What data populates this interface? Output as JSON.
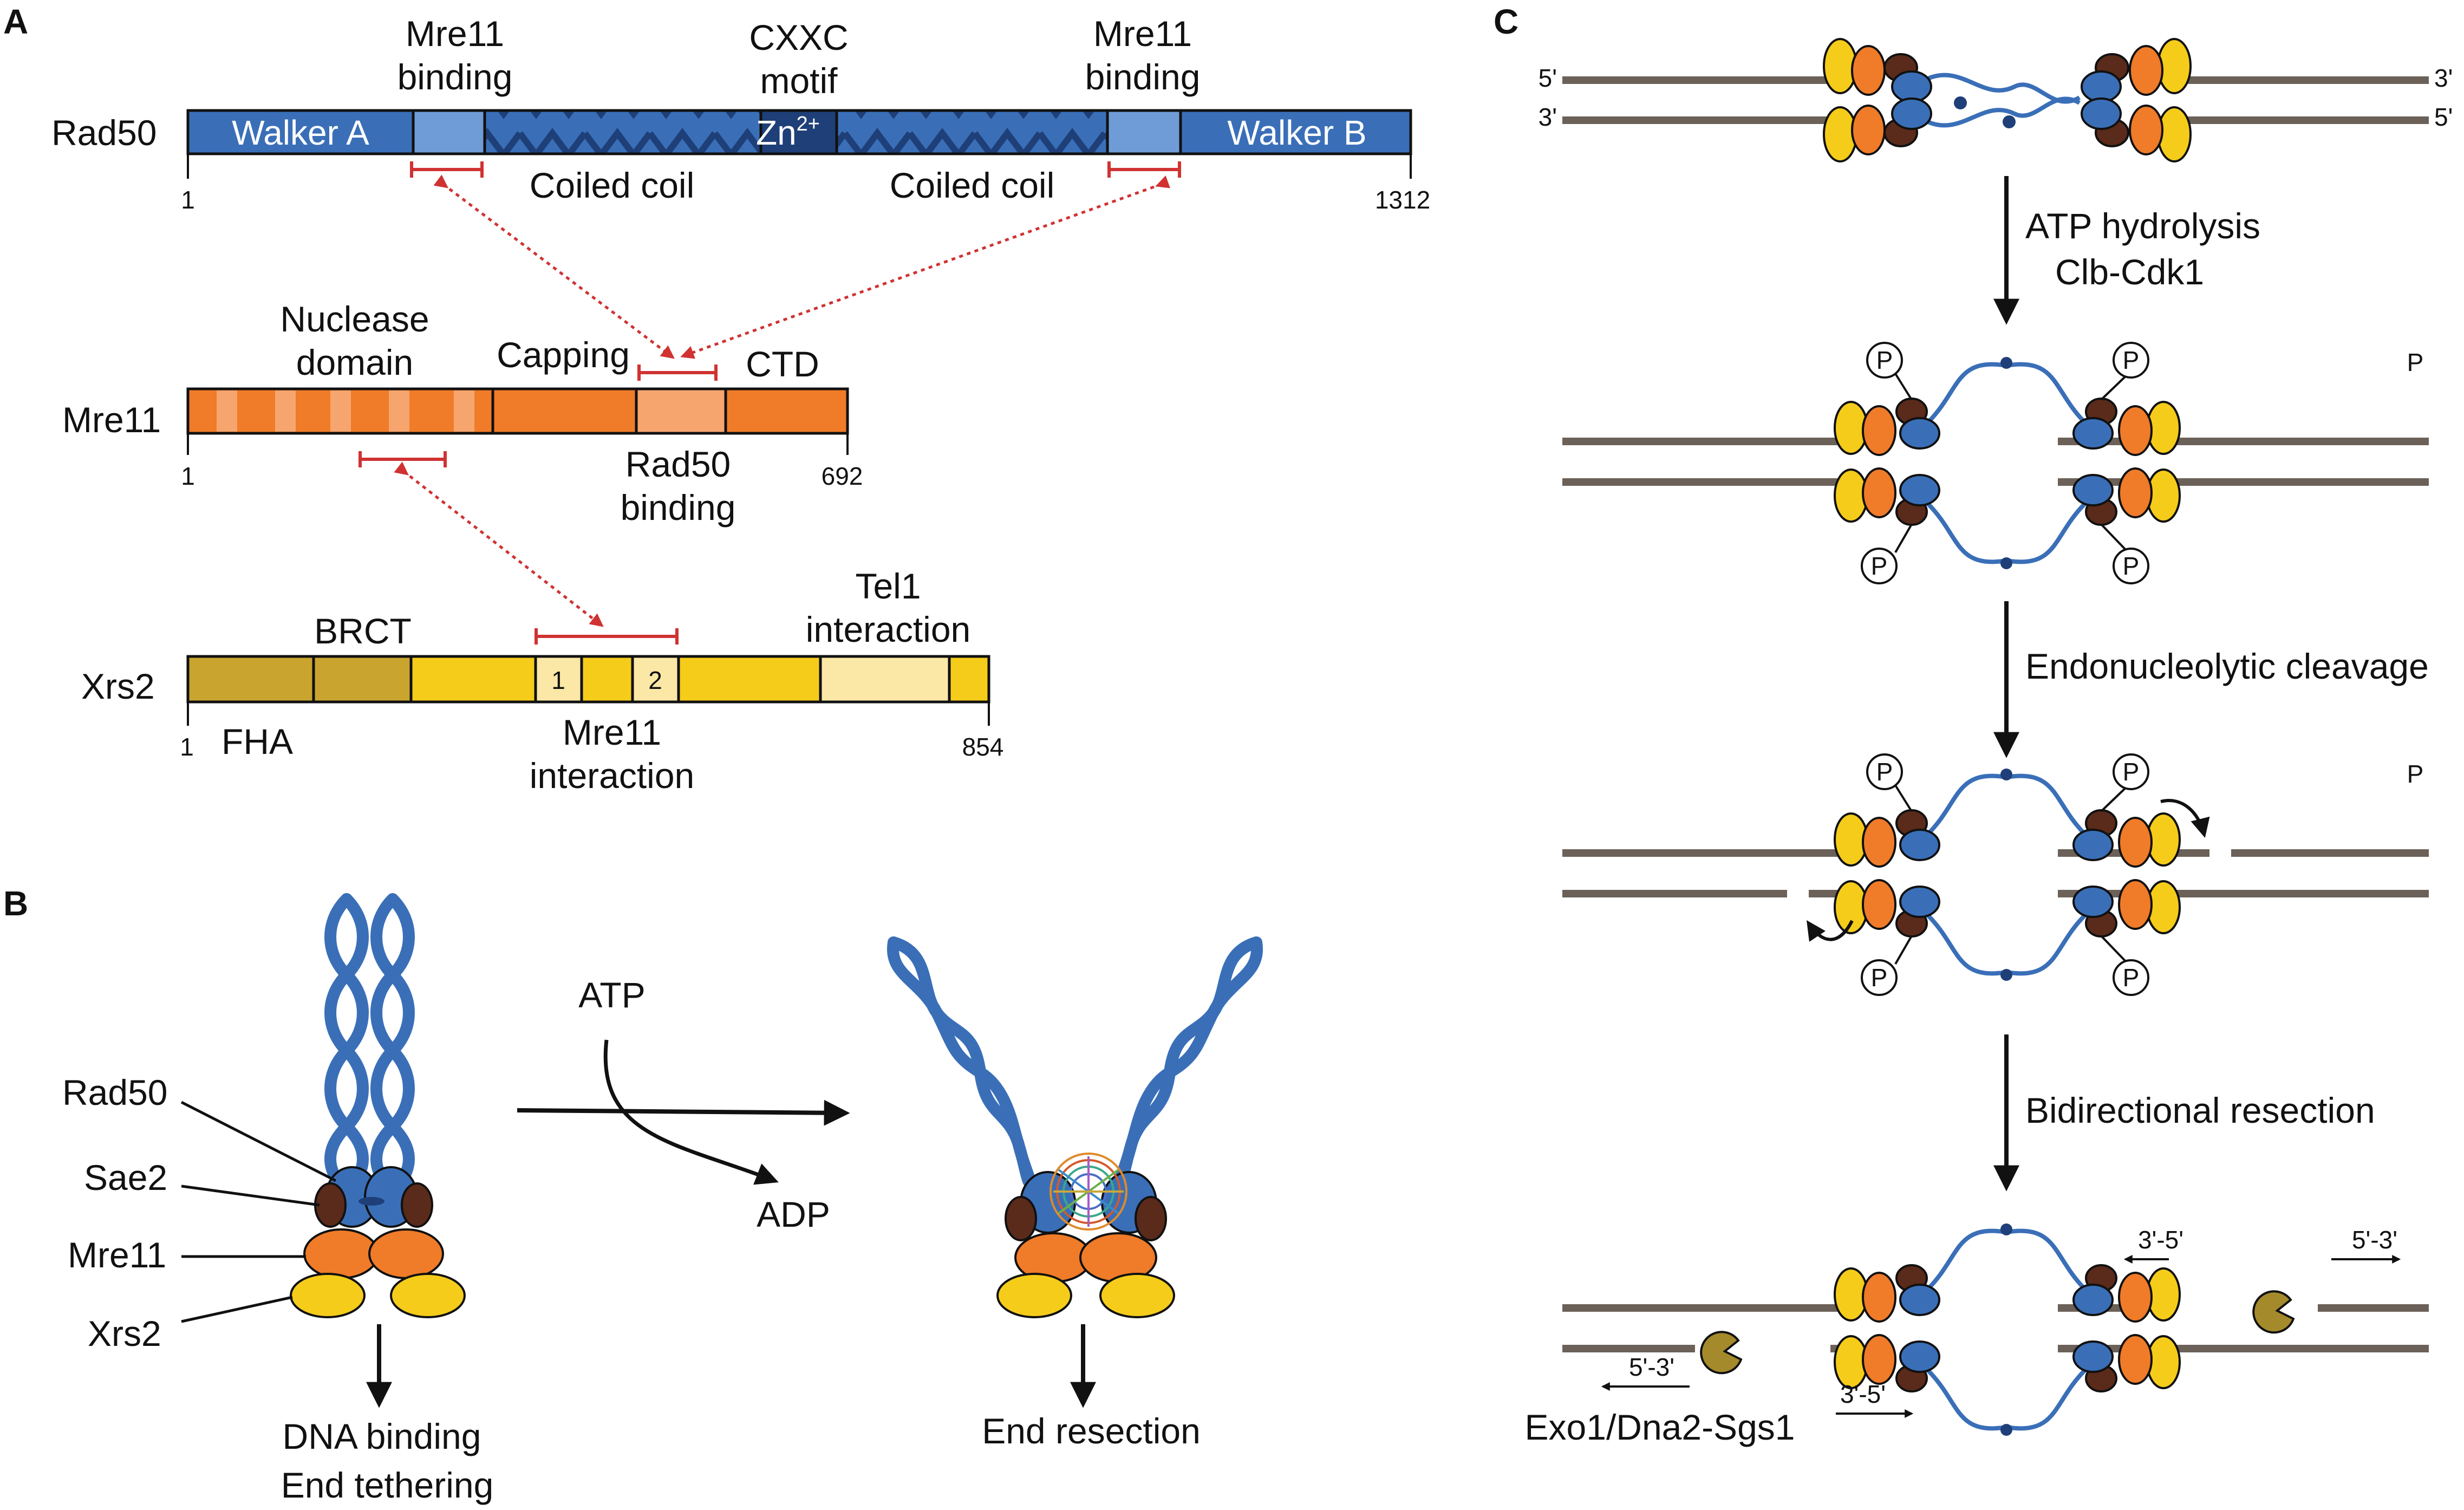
{
  "panels": {
    "a": "A",
    "b": "B",
    "c": "C"
  },
  "panel_a": {
    "rad50": {
      "name": "Rad50",
      "walker_a": "Walker A",
      "walker_b": "Walker B",
      "zn": "Zn",
      "zn_sup": "2+",
      "mre11_binding_line1": "Mre11",
      "mre11_binding_line2": "binding",
      "cxxc_line1": "CXXC",
      "cxxc_line2": "motif",
      "coiled_coil": "Coiled coil",
      "start": "1",
      "end": "1312"
    },
    "mre11": {
      "name": "Mre11",
      "nuclease_line1": "Nuclease",
      "nuclease_line2": "domain",
      "capping": "Capping",
      "ctd": "CTD",
      "rad50_binding_line1": "Rad50",
      "rad50_binding_line2": "binding",
      "start": "1",
      "end": "692"
    },
    "xrs2": {
      "name": "Xrs2",
      "brct": "BRCT",
      "fha": "FHA",
      "tel1_line1": "Tel1",
      "tel1_line2": "interaction",
      "mre11_int_line1": "Mre11",
      "mre11_int_line2": "interaction",
      "box1": "1",
      "box2": "2",
      "start": "1",
      "end": "854"
    }
  },
  "panel_b": {
    "rad50": "Rad50",
    "sae2": "Sae2",
    "mre11": "Mre11",
    "xrs2": "Xrs2",
    "atp": "ATP",
    "adp": "ADP",
    "out_left_line1": "DNA binding",
    "out_left_line2": "End tethering",
    "out_right": "End resection"
  },
  "panel_c": {
    "five_prime": "5'",
    "three_prime": "3'",
    "step1_line1": "ATP hydrolysis",
    "step1_line2": "Clb-Cdk1",
    "step2": "Endonucleolytic cleavage",
    "step3": "Bidirectional resection",
    "p": "P",
    "dir_3_5": "3'-5'",
    "dir_5_3": "5'-3'",
    "exo": "Exo1/Dna2-Sgs1"
  },
  "colors": {
    "rad50_blue": "#3a6fb8",
    "rad50_light": "#6f9bd6",
    "rad50_dark": "#1f3f78",
    "mre11_orange": "#f07b28",
    "mre11_light": "#f7a56e",
    "xrs2_gold": "#c9a52f",
    "xrs2_yellow": "#f5cc1a",
    "xrs2_pale": "#fbe8a6",
    "sae2_brown": "#5a2a1a",
    "dna_gray": "#6b6158",
    "link_red": "#d03232",
    "exo_olive": "#a48a2a"
  }
}
